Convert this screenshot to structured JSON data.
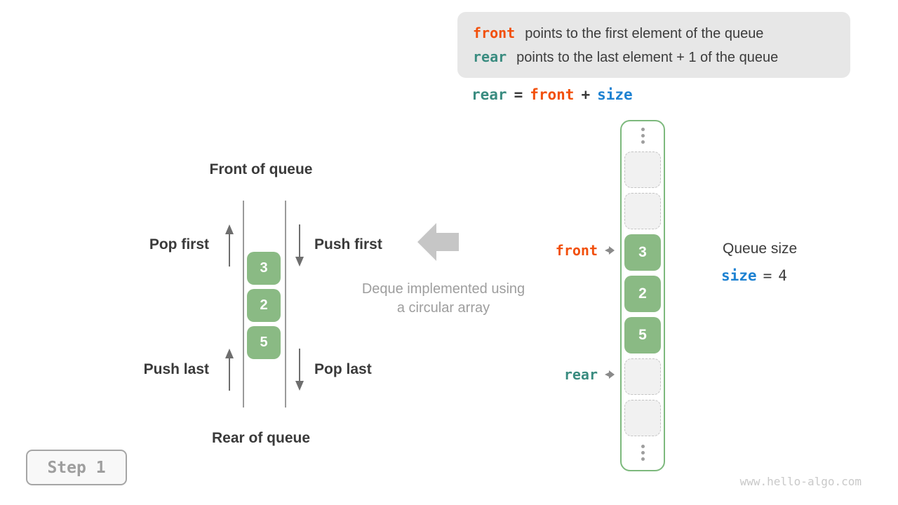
{
  "legend": {
    "line1": {
      "token": "front",
      "text": "points to the first element of the queue"
    },
    "line2": {
      "token": "rear",
      "text": "points to the last element + 1 of the queue"
    }
  },
  "formula": {
    "rear": "rear",
    "equals": "=",
    "front": "front",
    "plus": "+",
    "size": "size"
  },
  "deque": {
    "front_label": "Front of queue",
    "rear_label": "Rear of queue",
    "pop_first_label": "Pop first",
    "push_first_label": "Push first",
    "push_last_label": "Push last",
    "pop_last_label": "Pop last",
    "values": [
      "3",
      "2",
      "5"
    ]
  },
  "caption": {
    "line1": "Deque implemented using",
    "line2": "a circular array"
  },
  "array": {
    "front_pointer": "front",
    "rear_pointer": "rear",
    "cells": [
      {
        "type": "ellipsis"
      },
      {
        "type": "empty"
      },
      {
        "type": "empty"
      },
      {
        "type": "value",
        "value": "3"
      },
      {
        "type": "value",
        "value": "2"
      },
      {
        "type": "value",
        "value": "5"
      },
      {
        "type": "empty"
      },
      {
        "type": "empty"
      },
      {
        "type": "ellipsis"
      }
    ]
  },
  "queue_size": {
    "title": "Queue size",
    "variable": "size",
    "equals": "=",
    "value": "4"
  },
  "step_badge": {
    "label": "Step 1"
  },
  "watermark": "www.hello-algo.com",
  "colors": {
    "front": "#f2500c",
    "rear": "#3a8c80",
    "size": "#1e82d2",
    "cell_green": "#8aba84",
    "column_border": "#7db97d",
    "legend_bg": "#e7e7e7"
  }
}
